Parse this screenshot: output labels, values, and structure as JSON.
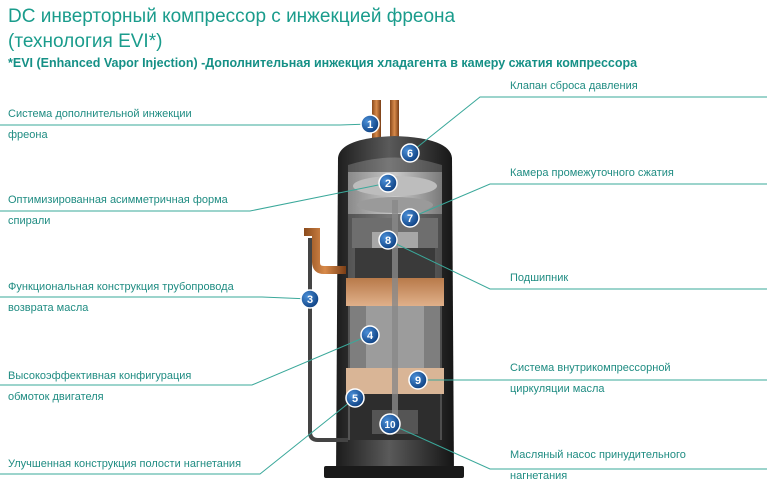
{
  "title": {
    "line1": "DC инверторный компрессор с инжекцией фреона",
    "line2": "(технология EVI*)"
  },
  "subtitle": "*EVI (Enhanced Vapor Injection) -Дополнительная инжекция хладагента в камеру сжатия компрессора",
  "labels": {
    "l1": [
      "Система дополнительной инжекции",
      "фреона"
    ],
    "l2": [
      "Оптимизированная асимметричная форма",
      "спирали"
    ],
    "l3": [
      "Функциональная конструкция трубопровода",
      "возврата масла"
    ],
    "l4": [
      "Высокоэффективная конфигурация",
      "обмоток двигателя"
    ],
    "l5": [
      "Улучшенная конструкция полости нагнетания"
    ],
    "r6": [
      "Клапан сброса давления"
    ],
    "r7": [
      "Камера промежуточного сжатия"
    ],
    "r8": [
      "Подшипник"
    ],
    "r9": [
      "Система внутрикомпрессорной",
      "циркуляции масла"
    ],
    "r10": [
      "Масляный насос принудительного",
      "нагнетания"
    ]
  },
  "markers": [
    "1",
    "2",
    "3",
    "4",
    "5",
    "6",
    "7",
    "8",
    "9",
    "10"
  ],
  "colors": {
    "accent": "#1a9c8c",
    "line": "#3aa89a",
    "marker": "#1f5fa8"
  }
}
